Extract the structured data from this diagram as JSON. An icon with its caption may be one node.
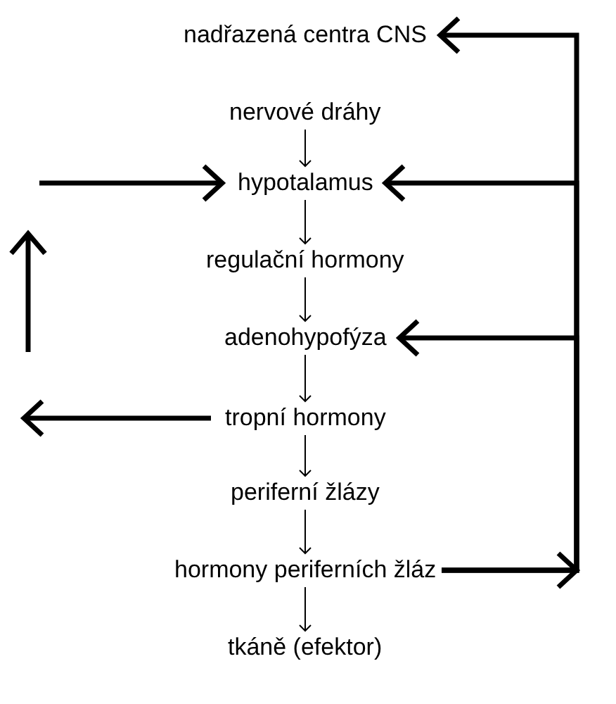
{
  "diagram": {
    "nodes": [
      {
        "text": [
          "nadřazená centra CNS"
        ]
      },
      {
        "text": [
          "nervové dráhy"
        ]
      },
      {
        "text": [
          "hypotalamus"
        ]
      },
      {
        "text": [
          "regulační hormony"
        ]
      },
      {
        "text": [
          "adenohypofýza"
        ]
      },
      {
        "text": [
          "tropní hormony"
        ]
      },
      {
        "text": [
          "periferní žlázy"
        ]
      },
      {
        "text": [
          "hormony periferních žláz"
        ]
      },
      {
        "text": [
          "tkáně (efektor)"
        ]
      }
    ],
    "edges": [
      {
        "from": 1,
        "to": 2,
        "arrow": "to"
      },
      {
        "from": 2,
        "to": 3,
        "arrow": "to"
      },
      {
        "from": 3,
        "to": 4,
        "arrow": "to"
      },
      {
        "from": 4,
        "to": 5,
        "arrow": "to"
      },
      {
        "from": 5,
        "to": 6,
        "arrow": "to"
      },
      {
        "from": 6,
        "to": 7,
        "arrow": "to"
      },
      {
        "from": 7,
        "to": 8,
        "arrow": "to"
      },
      {
        "from": 7,
        "to": 0,
        "arrow": "to",
        "style": "thick"
      },
      {
        "from": 7,
        "to": 2,
        "arrow": "to",
        "style": "thick"
      },
      {
        "from": 7,
        "to": 4,
        "arrow": "to",
        "style": "thick"
      },
      {
        "from": 5,
        "to": null,
        "arrow": "to",
        "style": "thick"
      },
      {
        "from": null,
        "to": 2,
        "arrow": "to",
        "style": "thick"
      }
    ]
  }
}
